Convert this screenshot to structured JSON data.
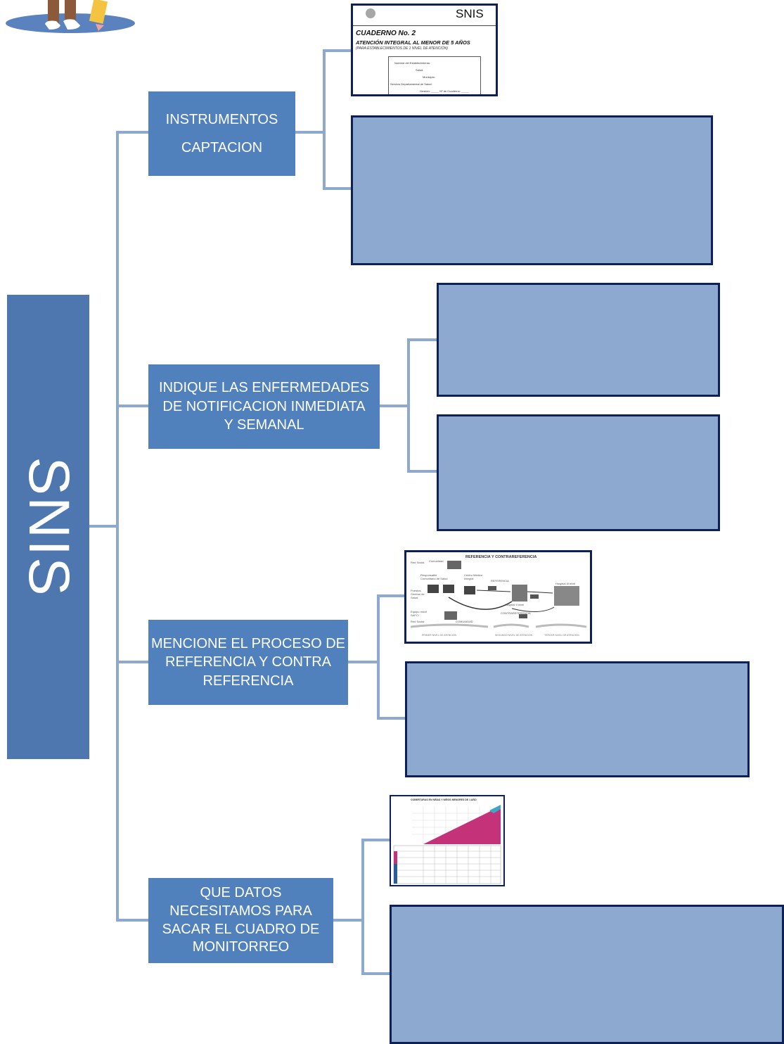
{
  "root": {
    "label": "SNIS"
  },
  "topics": [
    {
      "lines": [
        "INSTRUMENTOS",
        "CAPTACION"
      ]
    },
    {
      "lines": [
        "INDIQUE LAS ENFERMEDADES",
        "DE NOTIFICACION INMEDIATA",
        "Y SEMANAL"
      ]
    },
    {
      "lines": [
        "MENCIONE EL PROCESO DE",
        "REFERENCIA Y CONTRA",
        "REFERENCIA"
      ]
    },
    {
      "lines": [
        "QUE DATOS",
        "NECESITAMOS PARA",
        "SACAR EL CUADRO DE",
        "MONITORREO"
      ]
    }
  ],
  "images": {
    "cuaderno": {
      "brand": "SNIS",
      "title": "CUADERNO No. 2",
      "subtitle": "ATENCIÓN INTEGRAL AL MENOR DE 5 AÑOS",
      "note": "(PARA ESTABLECIMIENTOS DE 1 NIVEL DE ATENCIÓN)",
      "fields": [
        "Nombre del Establecimiento:",
        "Salud:",
        "Municipio:",
        "Servicio Departamental de Salud:",
        "Gestión: _____ Nº de Cuaderno: _____"
      ]
    },
    "referencia": {
      "title": "REFERENCIA Y CONTRAREFERENCIA",
      "labels": [
        "Red Social",
        "Comunidad",
        "Responsable Comunitario de Salud",
        "Centro Médico Integral",
        "REFERENCIA",
        "Puestos, Centros de Salud",
        "Hospital II nivel",
        "Hospital III nivel",
        "CONTRAREFERENCIA",
        "Equipo móvil SAFCI",
        "Red Social",
        "COMUNIDAD"
      ],
      "footer": [
        "PRIMER NIVEL DE ATENCION",
        "SEGUNDO NIVEL DE ATENCION",
        "TERCER NIVEL DE ATENCION"
      ]
    },
    "cobertura": {
      "title": "COBERTURAS EN NIÑAS Y NIÑOS MENORES DE 1 AÑO"
    }
  },
  "colors": {
    "root": "#4d77ae",
    "topic": "#5181bd",
    "box_fill": "#8ea9d0",
    "box_border": "#0e2157",
    "connector": "#8ea9cf",
    "chart_fill": "#c4337a",
    "chart_accent": "#3fa7c6"
  }
}
